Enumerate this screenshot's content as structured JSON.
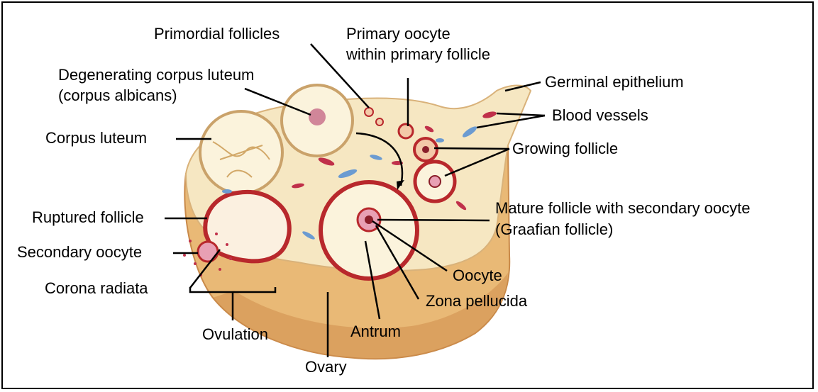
{
  "labels": {
    "primordial_follicles": "Primordial follicles",
    "primary_oocyte_line1": "Primary oocyte",
    "primary_oocyte_line2": "within primary follicle",
    "degenerating_line1": "Degenerating corpus luteum",
    "degenerating_line2": "(corpus albicans)",
    "germinal_epithelium": "Germinal epithelium",
    "blood_vessels": "Blood vessels",
    "corpus_luteum": "Corpus luteum",
    "growing_follicle": "Growing follicle",
    "mature_line1": "Mature follicle with secondary oocyte",
    "mature_line2": "(Graafian follicle)",
    "ruptured_follicle": "Ruptured follicle",
    "secondary_oocyte": "Secondary oocyte",
    "corona_radiata": "Corona radiata",
    "oocyte": "Oocyte",
    "zona_pellucida": "Zona pellucida",
    "antrum": "Antrum",
    "ovulation": "Ovulation",
    "ovary": "Ovary"
  },
  "colors": {
    "stroma": "#f6e7c2",
    "ovary_body": "#e9b976",
    "ovary_shadow": "#cf8e4c",
    "follicle_red": "#b8282c",
    "corpus_luteum_fill": "#fbf3dc",
    "vessel_red": "#c0304a",
    "vessel_blue": "#6b9bd1"
  }
}
